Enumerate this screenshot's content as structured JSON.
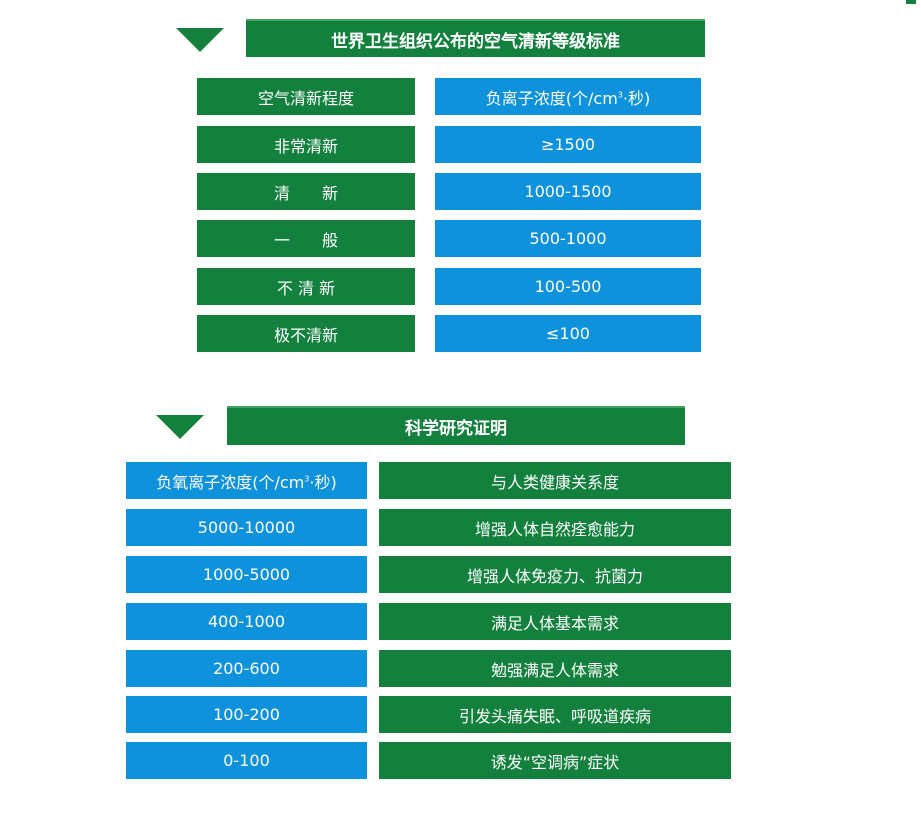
{
  "section1": {
    "title": "世界卫生组织公布的空气清新等级标准",
    "header": {
      "left": "空气清新程度",
      "right_prefix": "负离子浓度(个/cm",
      "right_sup": "3",
      "right_suffix": "·秒)"
    },
    "rows": [
      {
        "level": "非常清新",
        "value": "≥1500"
      },
      {
        "level": "清　　新",
        "value": "1000-1500"
      },
      {
        "level": "一　　般",
        "value": "500-1000"
      },
      {
        "level": "不 清 新",
        "value": "100-500"
      },
      {
        "level": "极不清新",
        "value": "≤100"
      }
    ]
  },
  "section2": {
    "title": "科学研究证明",
    "header": {
      "left_prefix": "负氧离子浓度(个/cm",
      "left_sup": "3",
      "left_suffix": "·秒)",
      "right": "与人类健康关系度"
    },
    "rows": [
      {
        "value": "5000-10000",
        "effect": "增强人体自然痊愈能力"
      },
      {
        "value": "1000-5000",
        "effect": "增强人体免疫力、抗菌力"
      },
      {
        "value": "400-1000",
        "effect": "满足人体基本需求"
      },
      {
        "value": "200-600",
        "effect": "勉强满足人体需求"
      },
      {
        "value": "100-200",
        "effect": "引发头痛失眠、呼吸道疾病"
      },
      {
        "value": "0-100",
        "effect": "诱发“空调病”症状"
      }
    ]
  },
  "colors": {
    "green": "#13803d",
    "blue": "#0e92dc"
  }
}
